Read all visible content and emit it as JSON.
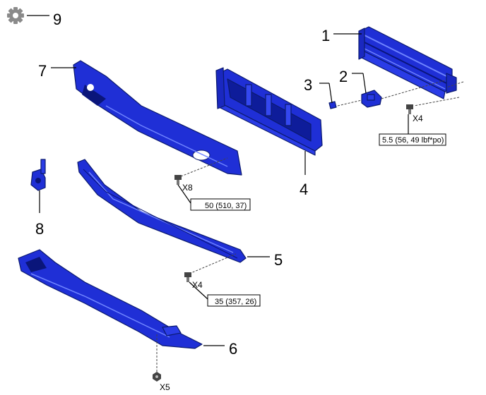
{
  "callouts": {
    "c1": "1",
    "c2": "2",
    "c3": "3",
    "c4": "4",
    "c5": "5",
    "c6": "6",
    "c7": "7",
    "c8": "8",
    "c9": "9"
  },
  "quantities": {
    "q_part2": "X4",
    "q_part7": "X8",
    "q_part5": "X4",
    "q_part6": "X5"
  },
  "torques": {
    "t_part2": "5.5 (56, 49 lbf*po)",
    "t_part7": "50 (510, 37)",
    "t_part5": "35 (357, 26)"
  },
  "colors": {
    "part_blue": "#1f2fd6",
    "part_dark": "#0b1a6e",
    "gear_gray": "#8a8a8a"
  },
  "icons": {
    "gear": "gear-icon",
    "bolt": "bolt-icon",
    "nut": "nut-icon"
  }
}
